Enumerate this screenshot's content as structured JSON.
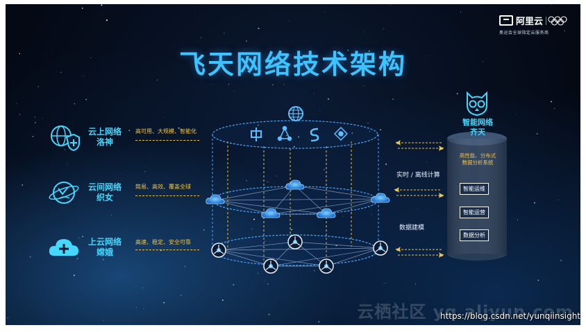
{
  "title": "飞天网络技术架构",
  "logo": {
    "brand": "阿里云",
    "tagline": "奥运会全球指定云服务商"
  },
  "left_items": [
    {
      "name": "云上网络",
      "sub": "洛神",
      "desc": "高可用、大规模、智能化",
      "icon": "shield-globe-icon"
    },
    {
      "name": "云间网络",
      "sub": "织女",
      "desc": "简易、高效、覆盖全球",
      "icon": "globe-network-icon"
    },
    {
      "name": "上云网络",
      "sub": "嫦娥",
      "desc": "高速、稳定、安全可靠",
      "icon": "cloud-plus-icon"
    }
  ],
  "top_icons": [
    "globe-icon",
    "zhong-icon",
    "triangle-node-icon",
    "s-link-icon",
    "diamond-network-icon"
  ],
  "middle_labels": {
    "compute": "实时 / 离线计算",
    "modeling": "数据建模"
  },
  "right": {
    "name": "智能网络",
    "sub": "齐天",
    "desc_line1": "高性能、分布式",
    "desc_line2": "数据分析系统",
    "boxes": [
      "智能运维",
      "智能运营",
      "数据分析"
    ],
    "icon": "owl-icon"
  },
  "watermark": "云栖社区 yq.aliyun.com",
  "source": "https://blog.csdn.net/yunqiinsight",
  "colors": {
    "title": "#3ec3ff",
    "label": "#44d8ff",
    "desc": "#f0c44a",
    "node": "#2a8fe0"
  }
}
